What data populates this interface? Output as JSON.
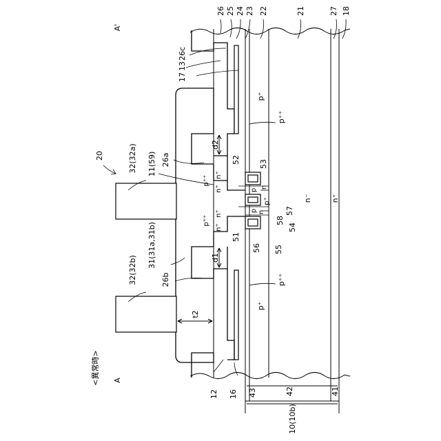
{
  "caption": "<異常時>",
  "section_labels": {
    "left": "A",
    "right": "A'"
  },
  "device_label": "20",
  "terminals": {
    "upper": "32(32a)",
    "lower": "32(32b)"
  },
  "regions": {
    "r_31": "31(31a,31b)",
    "r_11": "11(59)",
    "r_26a": "26a",
    "r_26b": "26b",
    "r_t2": "t2",
    "r_d1": "d1",
    "r_d2": "d2",
    "r_17": "17",
    "r_13": "13",
    "r_26c": "26c",
    "r_12": "12",
    "r_16": "16"
  },
  "top_labels": [
    "26",
    "25",
    "24",
    "23",
    "22",
    "21",
    "27",
    "18"
  ],
  "bottom_labels": {
    "l43": "43",
    "l42": "42",
    "l41": "41",
    "l10": "10(10b)"
  },
  "trench_labels": {
    "l52": "52",
    "l53": "53",
    "l51": "51",
    "l56": "56",
    "l55": "55",
    "l54": "54",
    "l58": "58",
    "l57": "57"
  },
  "doping": {
    "pplus_top": "p⁺",
    "ppp_top": "p⁺⁺",
    "pplus_bot": "p⁺",
    "ppp_bot": "p⁺⁺",
    "n_minus": "n⁻",
    "n_plus_sub": "n⁺",
    "ppp_mid_top": "p⁺⁺",
    "ppp_mid_bot": "p⁺⁺",
    "nplus_a": "n⁺",
    "nplus_b": "n⁺",
    "nplus_c": "n⁺",
    "nplus_d": "n⁺",
    "p_a": "p",
    "p_b": "p",
    "n_a": "n",
    "n_b": "n",
    "pplus_mid": "p⁺"
  }
}
